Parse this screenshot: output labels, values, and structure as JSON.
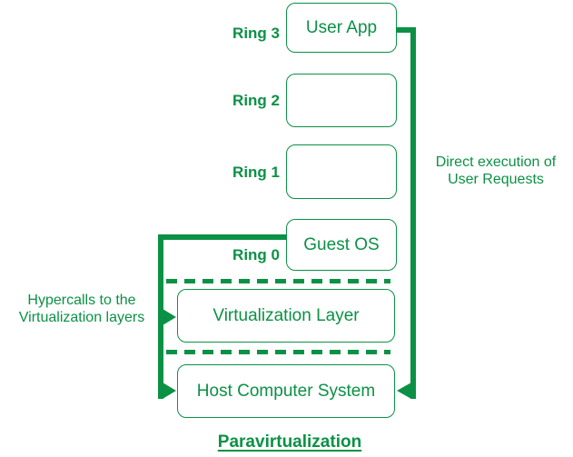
{
  "colors": {
    "green": "#0b9145",
    "background": "#ffffff"
  },
  "rings": [
    {
      "label": "Ring 3",
      "box": "User App"
    },
    {
      "label": "Ring 2",
      "box": ""
    },
    {
      "label": "Ring 1",
      "box": ""
    },
    {
      "label": "Ring 0",
      "box": "Guest OS"
    }
  ],
  "layers": {
    "virtualization": "Virtualization Layer",
    "host": "Host Computer System"
  },
  "annotations": {
    "direct_execution": "Direct execution of\nUser Requests",
    "hypercalls": "Hypercalls to the\nVirtualization layers"
  },
  "caption": "Paravirtualization"
}
